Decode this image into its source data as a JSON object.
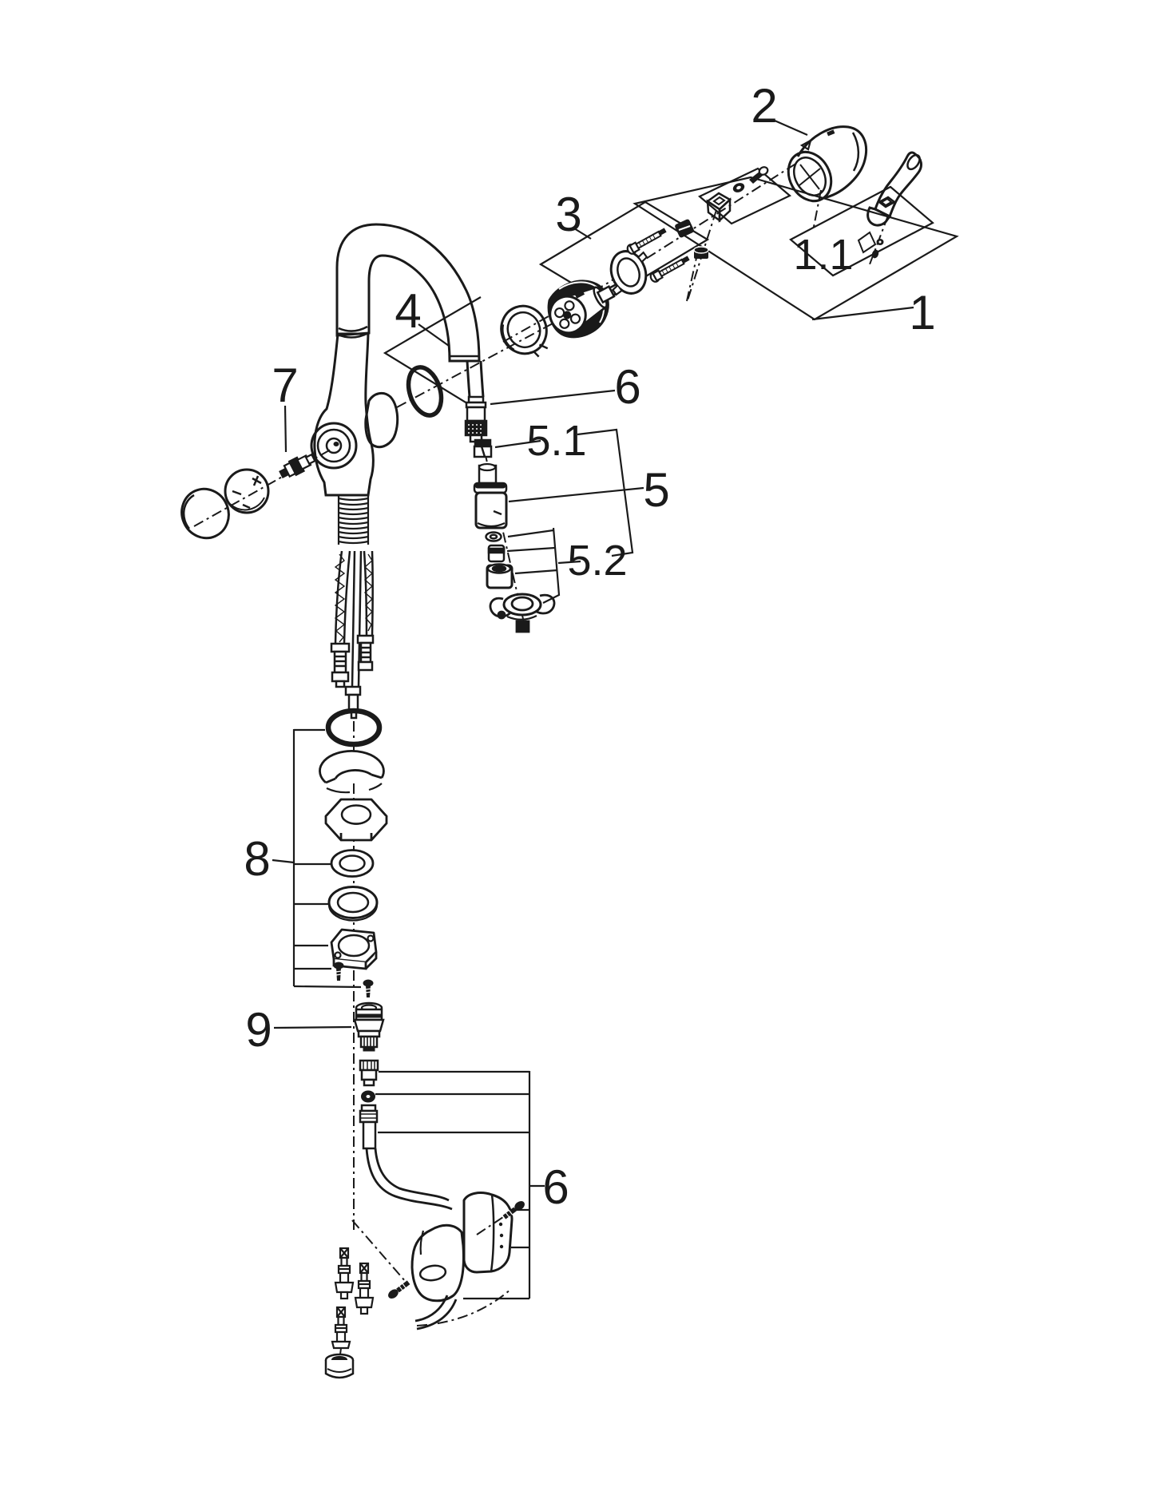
{
  "colors": {
    "line": "#1a1a1a",
    "background": "#ffffff"
  },
  "callouts": {
    "c1": {
      "label": "1"
    },
    "c1_1": {
      "label": "1.1"
    },
    "c2": {
      "label": "2"
    },
    "c3": {
      "label": "3"
    },
    "c4": {
      "label": "4"
    },
    "c5": {
      "label": "5"
    },
    "c5_1": {
      "label": "5.1"
    },
    "c5_2": {
      "label": "5.2"
    },
    "c6_upper": {
      "label": "6"
    },
    "c6_lower": {
      "label": "6"
    },
    "c7": {
      "label": "7"
    },
    "c8": {
      "label": "8"
    },
    "c9": {
      "label": "9"
    }
  }
}
